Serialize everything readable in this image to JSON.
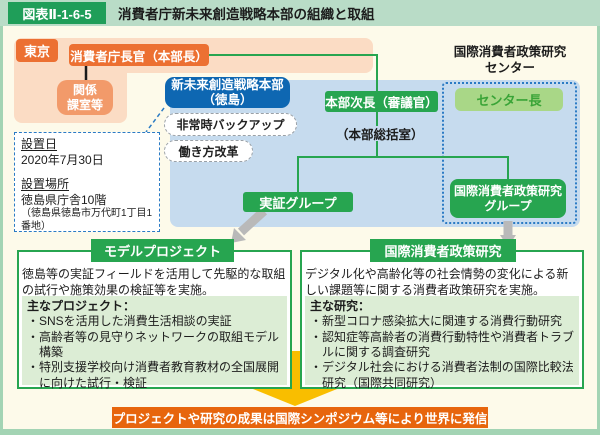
{
  "header": {
    "label": "図表Ⅱ-1-6-5",
    "title": "消費者庁新未来創造戦略本部の組織と取組"
  },
  "org": {
    "tokyo": "東京",
    "chief": "消費者庁長官（本部長）",
    "related": {
      "line1": "関係",
      "line2": "課室等"
    },
    "hq": {
      "line1": "新未来創造戦略本部",
      "line2": "（徳島）"
    },
    "pills": [
      "非常時バックアップ",
      "働き方改革"
    ],
    "deputy": "本部次長（審議官）",
    "general_office": "（本部総括室）",
    "center": {
      "line1": "国際消費者政策研究",
      "line2": "センター"
    },
    "center_head": "センター長",
    "demo_group": "実証グループ",
    "intl_group": {
      "line1": "国際消費者政策研究",
      "line2": "グループ"
    },
    "info": {
      "date_label": "設置日",
      "date": "2020年7月30日",
      "place_label": "設置場所",
      "place": "徳島県庁舎10階",
      "address": "（徳島県徳島市万代町1丁目1番地）"
    }
  },
  "projects": {
    "model": {
      "title": "モデルプロジェクト",
      "description": "徳島等の実証フィールドを活用して先駆的な取組の試行や施策効果の検証等を実施。",
      "list_title": "主なプロジェクト：",
      "items": [
        "・SNSを活用した消費生活相談の実証",
        "・高齢者等の見守りネットワークの取組モデル構築",
        "・特別支援学校向け消費者教育教材の全国展開に向けた試行・検証"
      ]
    },
    "intl": {
      "title": "国際消費者政策研究",
      "description": "デジタル化や高齢化等の社会情勢の変化による新しい課題等に関する消費者政策研究を実施。",
      "list_title": "主な研究：",
      "items": [
        "・新型コロナ感染拡大に関連する消費行動研究",
        "・認知症等高齢者の消費行動特性や消費者トラブルに関する調査研究",
        "・デジタル社会における消費者法制の国際比較法研究（国際共同研究）"
      ]
    }
  },
  "banner": "プロジェクトや研究の成果は国際シンポジウム等により世界に発信",
  "colors": {
    "accent_green": "#27a550",
    "light_green_bar": "#b9dcc7",
    "accent_orange": "#ec7032",
    "light_orange": "#f29a6a",
    "deep_blue": "#0e67b2",
    "blue_region": "#c6dbee",
    "banner_orange": "#e7650d",
    "arrow_yellow": "#f9be00",
    "arrow_gray": "#b9b9b9"
  }
}
